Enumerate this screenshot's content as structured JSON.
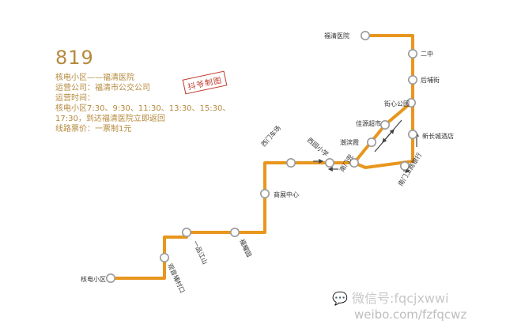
{
  "info": {
    "route_number": "819",
    "lines": [
      "核电小区——福清医院",
      "运营公司：福清市公交公司",
      "运营时间：",
      "核电小区7:30、9:30、11:30、13:30、15:30、",
      "17:30，到达福清医院立即返回",
      "线路票价：一票制1元"
    ]
  },
  "stamp": {
    "text": "抖爷制图"
  },
  "stops": [
    {
      "name": "核电小区"
    },
    {
      "name": "观音埔村口"
    },
    {
      "name": "一品江山"
    },
    {
      "name": "福耀园"
    },
    {
      "name": "商展中心"
    },
    {
      "name": "西门车场"
    },
    {
      "name": "西园小学"
    },
    {
      "name": "南门兜"
    },
    {
      "name": "南门工商银行"
    },
    {
      "name": "新长城酒店"
    },
    {
      "name": "街心公园"
    },
    {
      "name": "后埔街"
    },
    {
      "name": "二中"
    },
    {
      "name": "福清医院"
    },
    {
      "name": "佳源超市"
    },
    {
      "name": "潮滨霞"
    }
  ],
  "watermark": {
    "line1": "微信号:fqcjxwwi",
    "line2": "weibo.com/fzfqcwz"
  },
  "colors": {
    "route": "#e8961e",
    "stop_fill": "#ffffff",
    "stop_stroke": "#9a9a9a",
    "label": "#333333",
    "info_text": "#b5893c",
    "arrow": "#444444",
    "stamp": "#c0392b",
    "watermark": "#c8c8c8"
  }
}
